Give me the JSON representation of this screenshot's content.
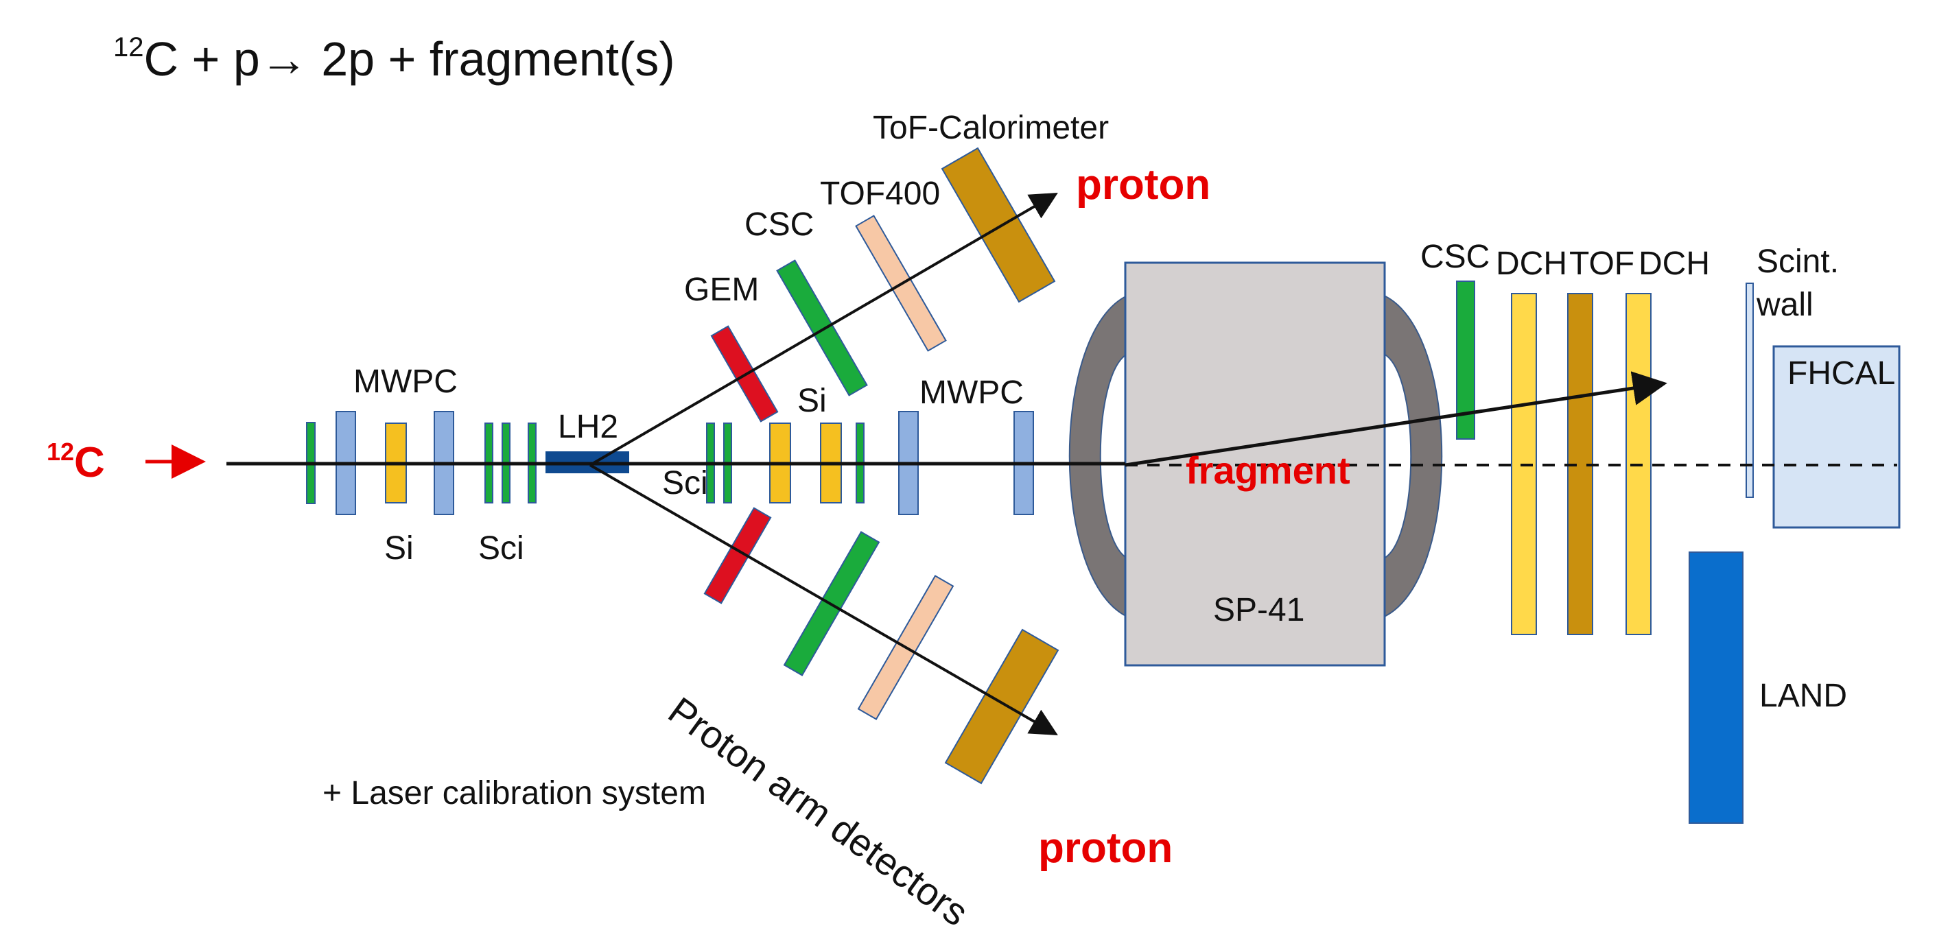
{
  "title": {
    "sup": "12",
    "rest": "C + p→  2p + fragment(s)"
  },
  "beam": {
    "sup": "12",
    "base": "C"
  },
  "labels": {
    "mwpc_left": "MWPC",
    "si_left": "Si",
    "sci_left": "Sci",
    "lh2": "LH2",
    "sci_mid": "Sci",
    "si_mid": "Si",
    "mwpc_mid": "MWPC",
    "gem": "GEM",
    "csc_arm": "CSC",
    "tof400": "TOF400",
    "tof_calorimeter": "ToF-Calorimeter",
    "proton_top": "proton",
    "proton_bottom": "proton",
    "csc_right": "CSC",
    "dch1": "DCH",
    "tof_right": "TOF",
    "dch2": "DCH",
    "scint": "Scint.",
    "wall": "wall",
    "fhcal": "FHCAL",
    "sp41": "SP-41",
    "fragment": "fragment",
    "land": "LAND",
    "laser": "+ Laser calibration system",
    "proton_arm": "Proton arm detectors"
  },
  "colors": {
    "beam_arrow": "#e60000",
    "green": "#1aab3c",
    "light_blue": "#8fb0e0",
    "si_yellow": "#f5c020",
    "dch_yellow": "#ffd94a",
    "tof_gold": "#c9900e",
    "gem_red": "#dd1020",
    "tof400_peach": "#f7c8a6",
    "lh2_blue": "#0f4a90",
    "magnet_gray": "#7a7575",
    "magnet_body": "#d4d0d0",
    "fhcal": "#d6e4f5",
    "land": "#0a6ecc"
  }
}
